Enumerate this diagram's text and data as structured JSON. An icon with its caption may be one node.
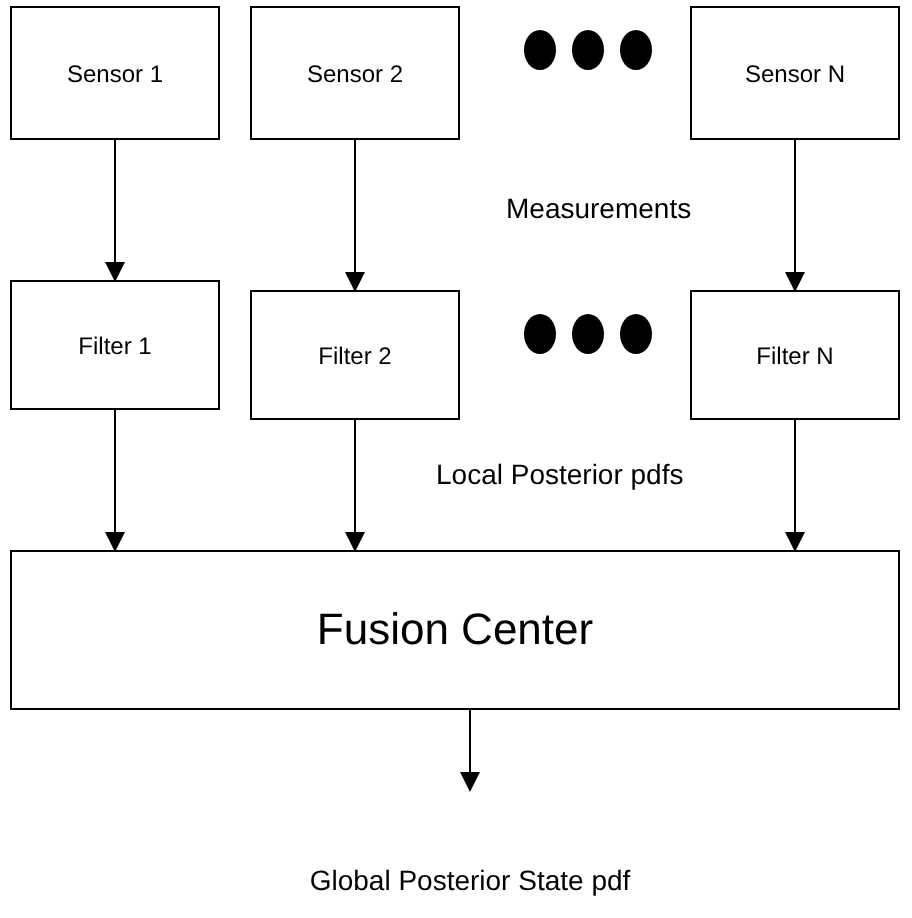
{
  "diagram": {
    "nodes": [
      {
        "text": [
          "Sensor 1"
        ]
      },
      {
        "text": [
          "Sensor 2"
        ]
      },
      {
        "text": [
          "Sensor N"
        ]
      },
      {
        "text": [
          "Filter 1"
        ]
      },
      {
        "text": [
          "Filter 2"
        ]
      },
      {
        "text": [
          "Filter N"
        ]
      },
      {
        "text": [
          "Fusion Center"
        ]
      },
      {
        "text": [
          "Global Posterior State pdf"
        ]
      }
    ],
    "edges": [
      {
        "from": 0,
        "to": 3,
        "arrow": "to"
      },
      {
        "from": 1,
        "to": 4,
        "arrow": "to"
      },
      {
        "from": 2,
        "to": 5,
        "arrow": "to"
      },
      {
        "from": 3,
        "to": 6,
        "arrow": "to"
      },
      {
        "from": 4,
        "to": 6,
        "arrow": "to"
      },
      {
        "from": 5,
        "to": 6,
        "arrow": "to"
      },
      {
        "from": 6,
        "to": 7,
        "arrow": "to"
      }
    ],
    "labels": [
      "Measurements",
      "Local Posterior pdfs"
    ]
  }
}
